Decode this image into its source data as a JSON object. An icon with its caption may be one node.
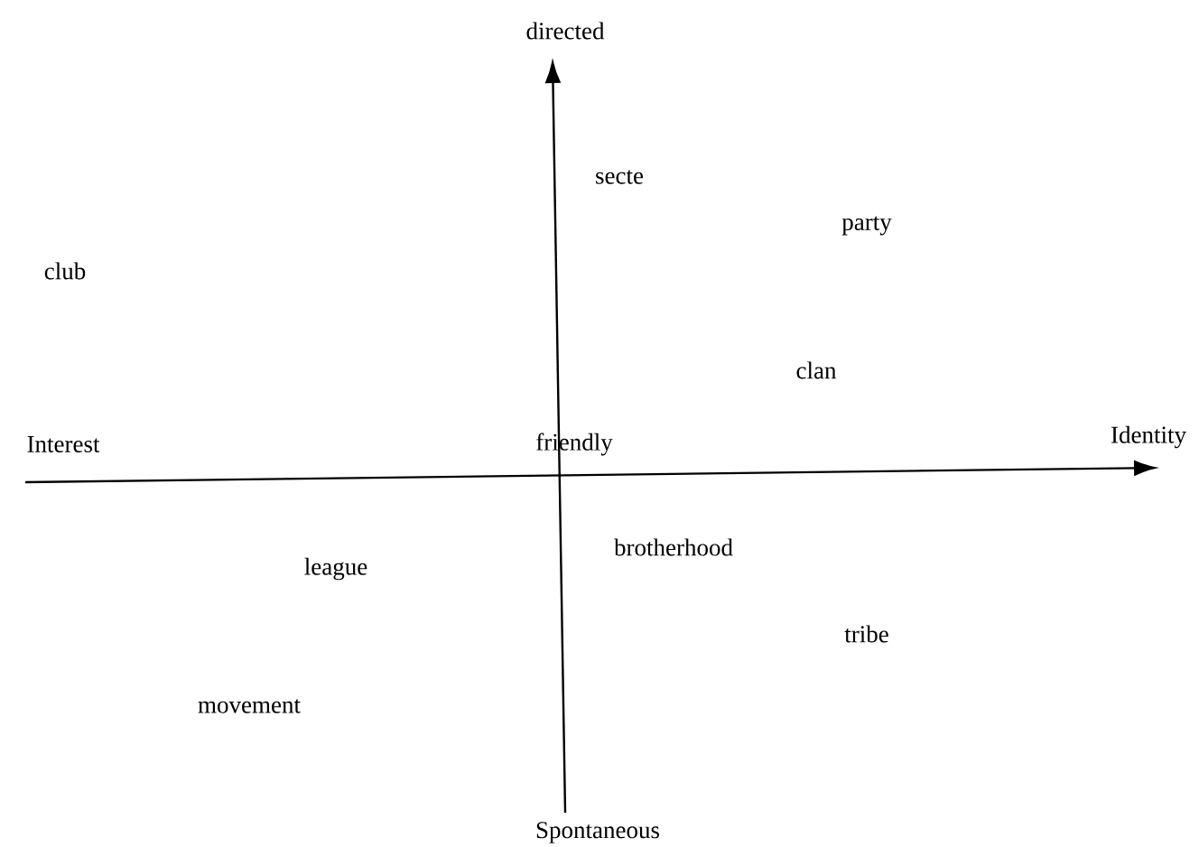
{
  "diagram": {
    "labels": [
      "directed",
      "secte",
      "party",
      "club",
      "clan",
      "Interest",
      "friendly",
      "Identity",
      "brotherhood",
      "league",
      "tribe",
      "movement",
      "Spontaneous"
    ]
  }
}
